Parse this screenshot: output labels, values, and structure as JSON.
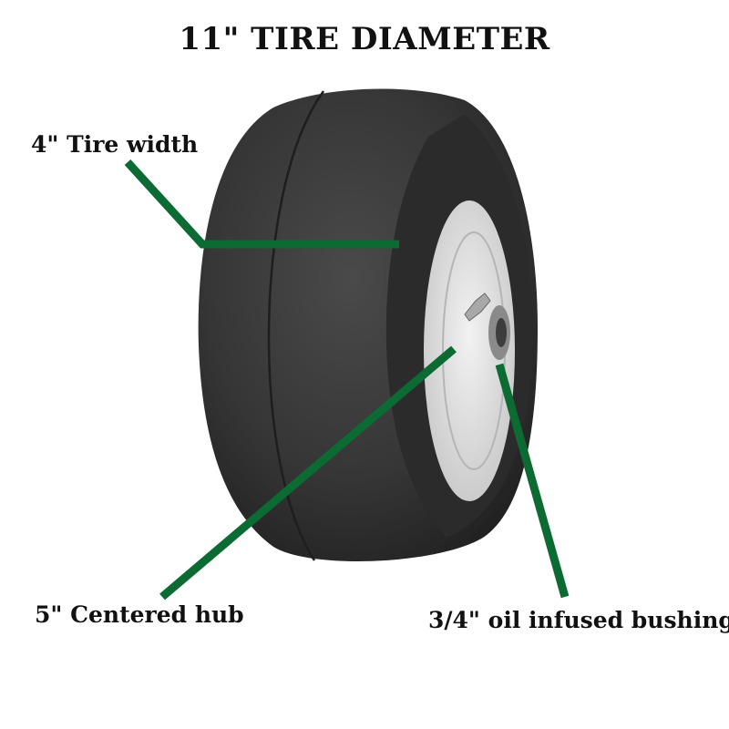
{
  "title": "11\" TIRE DIAMETER",
  "labels": {
    "tire_width": "4\" Tire width",
    "centered_hub": "5\" Centered hub",
    "bushing": "3/4\" oil infused bushing"
  },
  "colors": {
    "callout_line": "#0b6b33",
    "tire": "#3a3a3a",
    "tire_shadow": "#222222",
    "rim": "#dcdcdc",
    "text": "#111111"
  }
}
